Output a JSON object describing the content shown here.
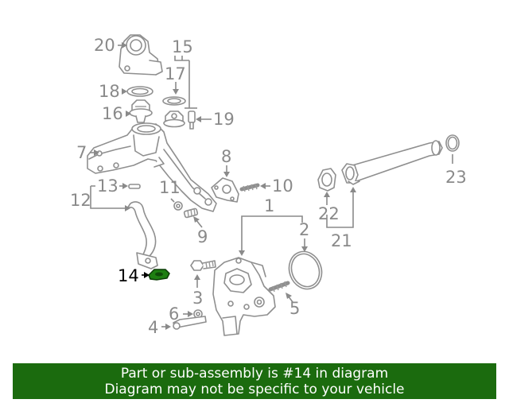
{
  "labels": {
    "l1": "1",
    "l2": "2",
    "l3": "3",
    "l4": "4",
    "l5": "5",
    "l6": "6",
    "l7": "7",
    "l8": "8",
    "l9": "9",
    "l10": "10",
    "l11": "11",
    "l12": "12",
    "l13": "13",
    "l14": "14",
    "l15": "15",
    "l16": "16",
    "l17": "17",
    "l18": "18",
    "l19": "19",
    "l20": "20",
    "l21": "21",
    "l22": "22",
    "l23": "23"
  },
  "highlight_part": "14",
  "colors": {
    "highlight": "#1e7f12",
    "banner": "#1b6b0e",
    "line": "#8f8f8f"
  },
  "banner": {
    "line1": "Part or sub-assembly is #14 in diagram",
    "line2": "Diagram may not be specific to your vehicle"
  }
}
